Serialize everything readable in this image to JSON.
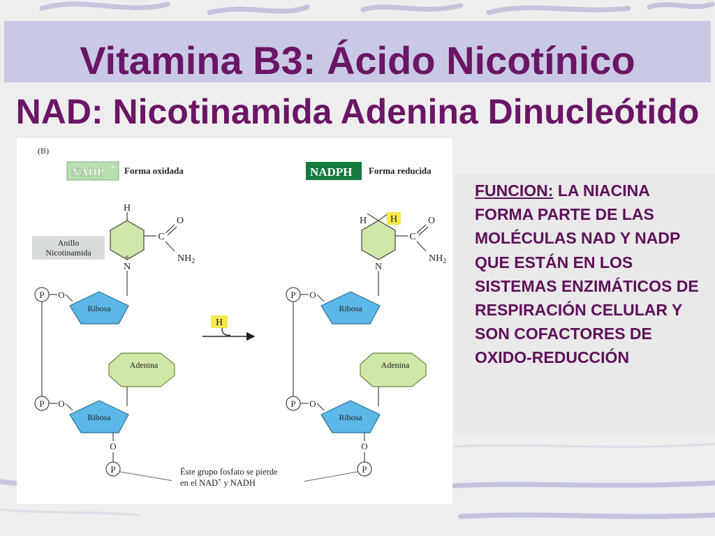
{
  "slide": {
    "title": "Vitamina B3: Ácido Nicotínico",
    "subtitle": "NAD: Nicotinamida Adenina Dinucleótido"
  },
  "diagram": {
    "panel_label": "(B)",
    "left": {
      "badge": "NADP",
      "badge_sup": "+",
      "state": "Forma oxidada",
      "ring_label_line1": "Anillo",
      "ring_label_line2": "Nicotinamida"
    },
    "right": {
      "badge": "NADPH",
      "state": "Forma reducida"
    },
    "atoms": {
      "H": "H",
      "O": "O",
      "C": "C",
      "N": "N",
      "NH2": "NH",
      "NH2_sub": "2",
      "plus": "+",
      "P": "P"
    },
    "ribose_label": "Ribosa",
    "adenine_label": "Adenina",
    "transfer_label": "H",
    "note_line1": "Éste grupo fosfato se pierde",
    "note_line2_a": "en el NAD",
    "note_line2_sup": "+",
    "note_line2_b": " y NADH",
    "colors": {
      "nadp_badge": "#b9dfb1",
      "nadph_badge": "#157a3e",
      "ring_fill": "#cfe7a8",
      "ribose_fill": "#5cb8e8",
      "adenine_fill": "#cfe7a8",
      "h_highlight": "#f7e94a"
    }
  },
  "function_box": {
    "lead": "FUNCION:",
    "text": " LA NIACINA FORMA PARTE DE LAS MOLÉCULAS NAD Y NADP  QUE ESTÁN EN LOS SISTEMAS ENZIMÁTICOS DE RESPIRACIÓN CELULAR Y SON COFACTORES DE OXIDO-REDUCCIÓN"
  }
}
